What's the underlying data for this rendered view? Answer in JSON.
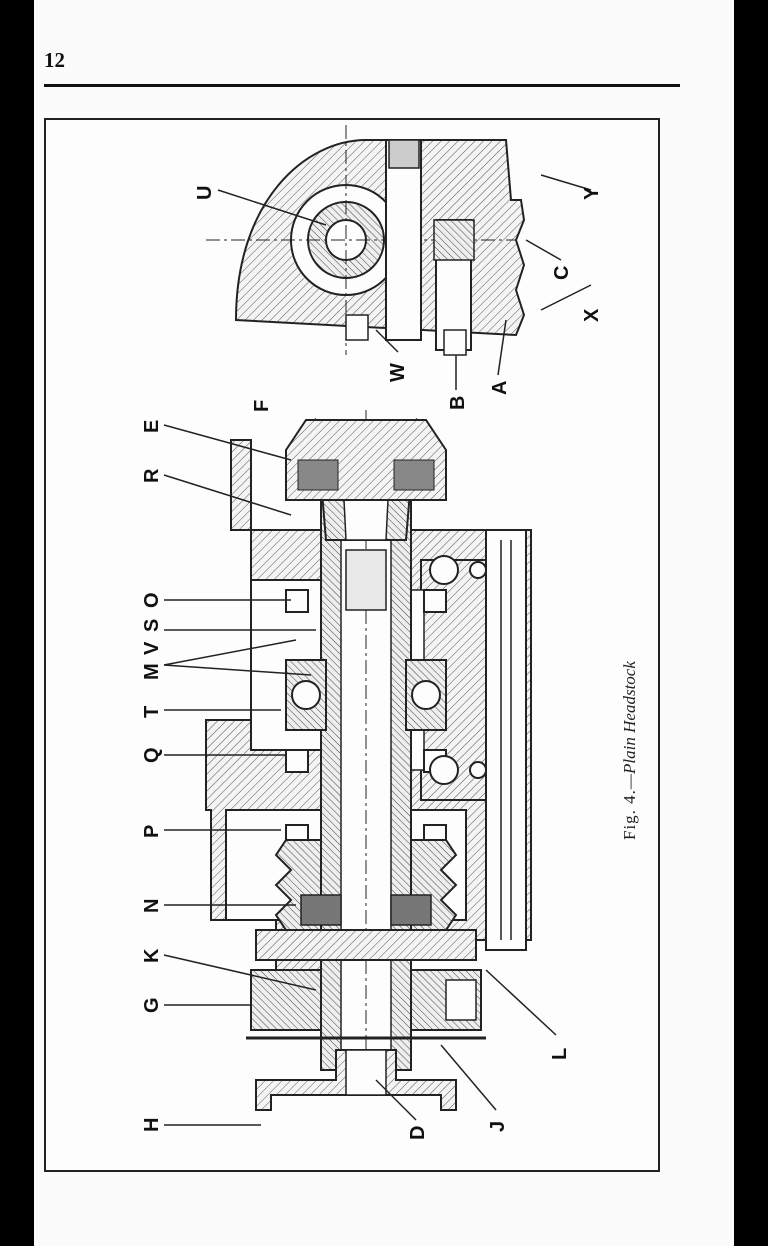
{
  "page": {
    "number": "12"
  },
  "figure": {
    "caption_prefix": "Fig. 4.",
    "caption_title": "—Plain Headstock",
    "labels": {
      "H": "H",
      "G": "G",
      "K": "K",
      "N": "N",
      "P": "P",
      "Q": "Q",
      "T": "T",
      "M": "M",
      "V": "V",
      "S": "S",
      "O": "O",
      "R": "R",
      "E": "E",
      "F": "F",
      "D": "D",
      "J": "J",
      "L": "L",
      "U": "U",
      "W": "W",
      "B": "B",
      "A": "A",
      "X": "X",
      "C": "C",
      "Y": "Y"
    }
  }
}
